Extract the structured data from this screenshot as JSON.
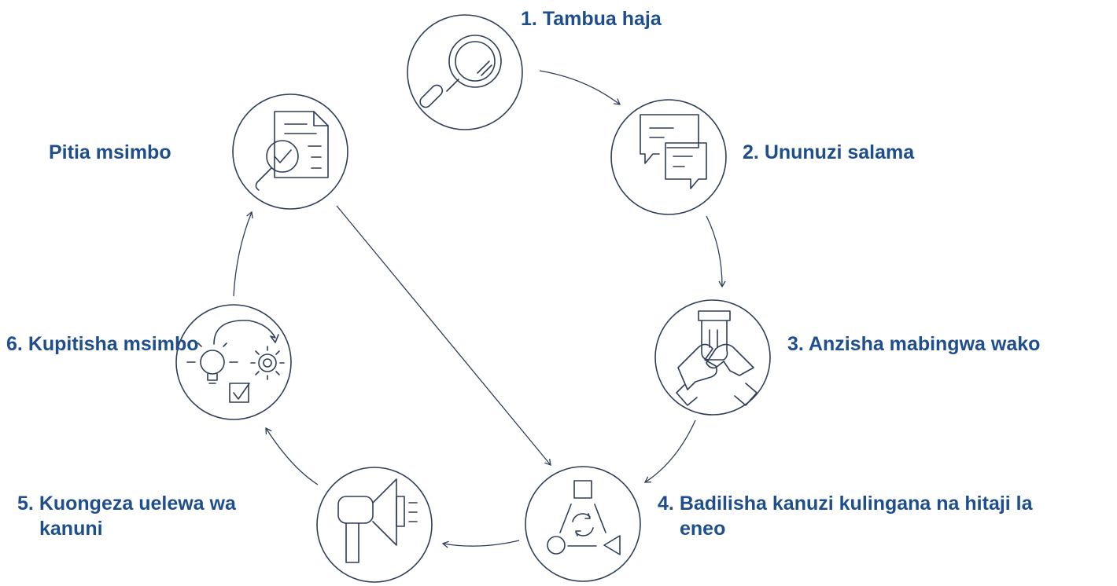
{
  "steps": [
    {
      "number": "1.",
      "text": "Tambua haja",
      "icon": "magnifier-icon"
    },
    {
      "number": "2.",
      "text": "Ununuzi salama",
      "icon": "chat-bubbles-icon"
    },
    {
      "number": "3.",
      "text": "Anzisha mabingwa wako",
      "icon": "stacked-hands-icon"
    },
    {
      "number": "4.",
      "text": "Badilisha kanuzi kulingana na hitaji la",
      "text_cont": "eneo",
      "icon": "shapes-cycle-icon"
    },
    {
      "number": "5.",
      "text": "Kuongeza uelewa wa",
      "text_cont": "kanuni",
      "icon": "megaphone-icon"
    },
    {
      "number": "6.",
      "text": "Kupitisha msimbo",
      "icon": "idea-gear-check-icon"
    },
    {
      "number": "",
      "text": "Pitia msimbo",
      "icon": "document-review-icon"
    }
  ],
  "colors": {
    "label": "#1f4e8c",
    "line": "#2e3f57",
    "background": "#ffffff"
  }
}
